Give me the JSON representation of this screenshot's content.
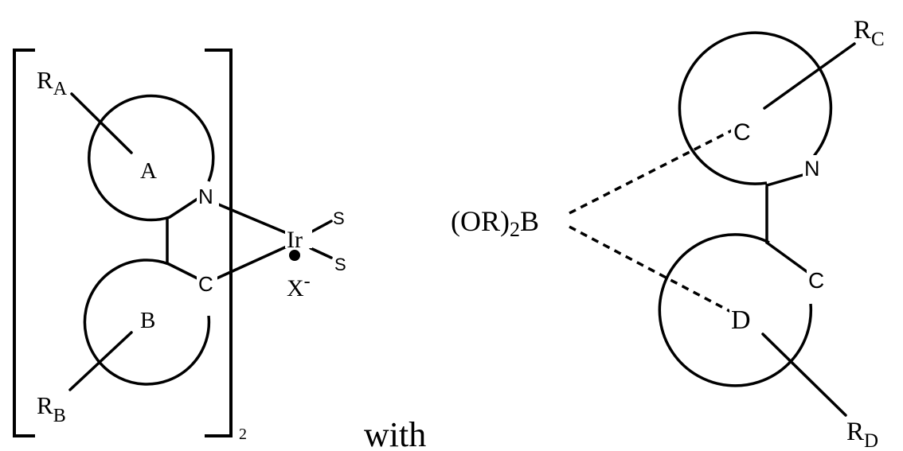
{
  "left_complex": {
    "ring_a": {
      "label": "A",
      "substituent": "R",
      "substituent_sub": "A"
    },
    "ring_b": {
      "label": "B",
      "substituent": "R",
      "substituent_sub": "B"
    },
    "atom_n": "N",
    "atom_c": "C",
    "metal": "Ir",
    "ligand_s1": "S",
    "ligand_s2": "S",
    "counter_ion": "X",
    "counter_charge": "-",
    "multiplier": "2"
  },
  "connector_word": "with",
  "right_ligand": {
    "boronate": "(OR)",
    "boronate_sub": "2",
    "boronate_tail": "B",
    "ring_top_atom_c": "C",
    "atom_n": "N",
    "ring_bottom_atom_c": "C",
    "atom_d": "D",
    "rc": {
      "label": "R",
      "sub": "C"
    },
    "rd": {
      "label": "R",
      "sub": "D"
    }
  }
}
